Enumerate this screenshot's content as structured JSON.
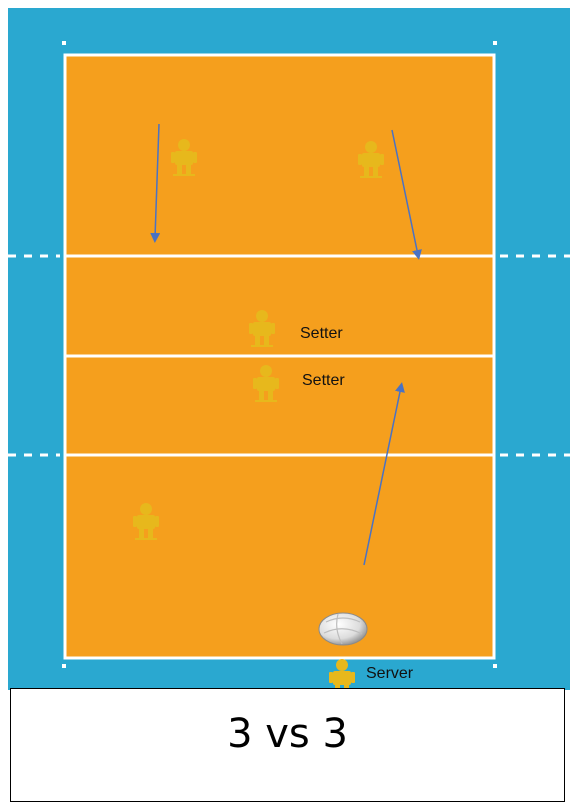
{
  "players": [
    {
      "role": "front-left-player",
      "label": ""
    },
    {
      "role": "front-right-player",
      "label": ""
    },
    {
      "role": "setter-top",
      "label": "Setter"
    },
    {
      "role": "setter-bottom",
      "label": "Setter"
    },
    {
      "role": "back-left-player",
      "label": ""
    },
    {
      "role": "server",
      "label": "Server"
    }
  ],
  "caption": "3 vs 3",
  "colors": {
    "background": "#2aa8d0",
    "court": "#f59f1d",
    "lines": "#ffffff",
    "player": "#e7b81c",
    "arrow": "#4a72c4"
  },
  "icons": [
    "player-icon",
    "volleyball-icon",
    "arrow-icon"
  ]
}
